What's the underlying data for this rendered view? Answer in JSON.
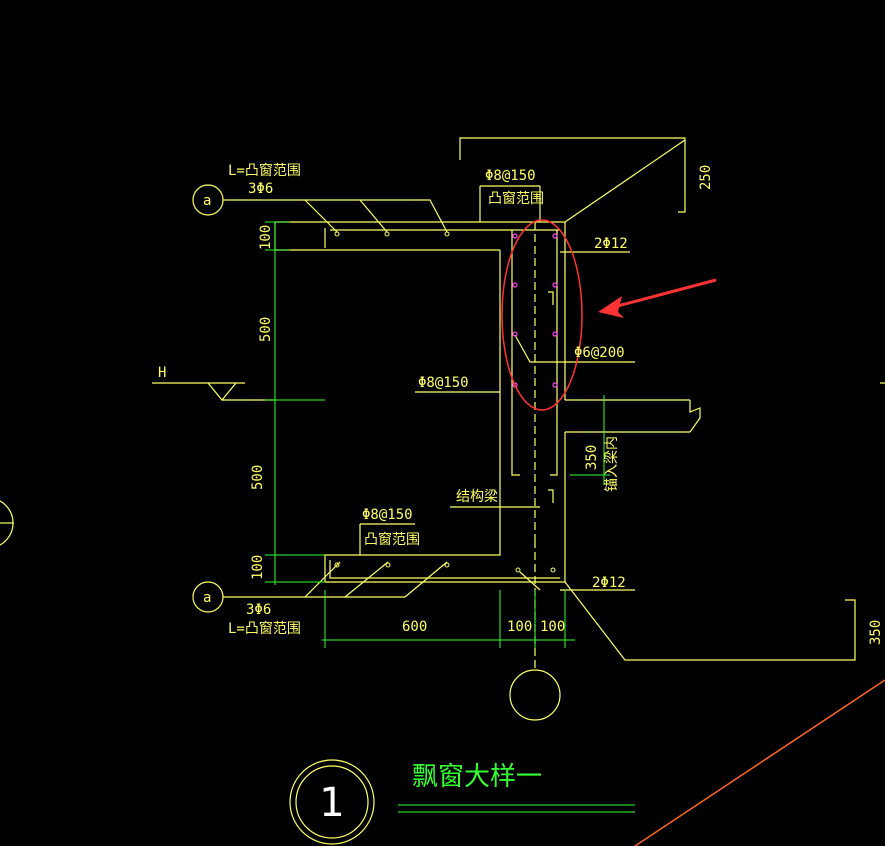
{
  "drawing": {
    "title": "飘窗大样一",
    "detail_number": "1",
    "grid_label_top": "a",
    "grid_label_bottom": "a",
    "level_label": "H",
    "labels": {
      "top_range": "L=凸窗范围",
      "top_bar": "3Φ6",
      "top_stirrup": "Φ8@150",
      "top_stirrup_note": "凸窗范围",
      "corner_bars_top": "2Φ12",
      "wall_bars": "Φ6@200",
      "side_stirrup": "Φ8@150",
      "beam_note": "结构梁",
      "bottom_stirrup": "Φ8@150",
      "bottom_stirrup_note": "凸窗范围",
      "corner_bars_bottom": "2Φ12",
      "bottom_bar": "3Φ6",
      "bottom_range": "L=凸窗范围",
      "anchor_note": "锚入梁内"
    },
    "dimensions": {
      "top_slab": "100",
      "upper_height": "500",
      "lower_height": "500",
      "bottom_slab": "100",
      "width_600": "600",
      "width_100a": "100",
      "width_100b": "100",
      "overhang_250": "250",
      "beam_350": "350",
      "right_350": "350"
    },
    "colors": {
      "background": "#000000",
      "structure": "#ffff66",
      "dimension": "#33ff33",
      "highlight": "#ff3333",
      "rebar_dot": "#ff44ff",
      "misc_line": "#ff6622",
      "title": "#33ff33"
    }
  }
}
